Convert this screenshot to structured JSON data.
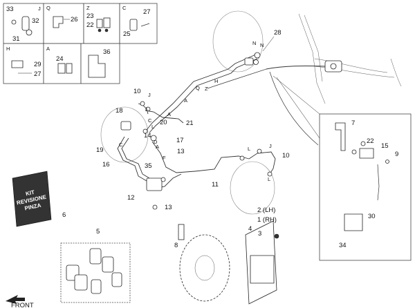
{
  "insets": [
    {
      "id": "inset-1",
      "letter": "J",
      "numbers": [
        "33",
        "32",
        "31"
      ]
    },
    {
      "id": "inset-2",
      "letter": "Q",
      "numbers": [
        "26"
      ]
    },
    {
      "id": "inset-3",
      "letter": "Z",
      "numbers": [
        "23",
        "22"
      ]
    },
    {
      "id": "inset-4",
      "letter": "C",
      "numbers": [
        "27",
        "25"
      ]
    },
    {
      "id": "inset-5",
      "letter": "H",
      "numbers": [
        "29",
        "27"
      ]
    },
    {
      "id": "inset-6",
      "letter": "A",
      "numbers": [
        "24"
      ]
    },
    {
      "id": "inset-7",
      "letter": "",
      "numbers": [
        "36"
      ]
    }
  ],
  "callouts": {
    "c28": "28",
    "c10a": "10",
    "c18": "18",
    "c20": "20",
    "c21": "21",
    "c19": "19",
    "c14": "14",
    "c17": "17",
    "c13a": "13",
    "c16": "16",
    "c35": "35",
    "c12": "12",
    "c13b": "13",
    "c11": "11",
    "c10b": "10",
    "c7": "7",
    "c22": "22",
    "c15": "15",
    "c9": "9",
    "c30": "30",
    "c34": "34",
    "c6": "6",
    "c5": "5",
    "c8": "8",
    "c4": "4",
    "c3": "3",
    "c2": "2 (LH)",
    "c1": "1 (RH)"
  },
  "pipe_letters": {
    "n1": "N",
    "n2": "N",
    "q": "Q",
    "z": "Z",
    "h": "H",
    "j1": "J",
    "l1": "L",
    "a1": "A",
    "c1": "C",
    "a2": "A",
    "l2": "L",
    "d": "D",
    "c2": "C",
    "a3": "A",
    "f": "F",
    "l3": "L",
    "j2": "J",
    "l4": "L"
  },
  "kit": {
    "line1": "KIT",
    "line2": "REVISIONE",
    "line3": "PINZA"
  },
  "front_label": "FRONT"
}
